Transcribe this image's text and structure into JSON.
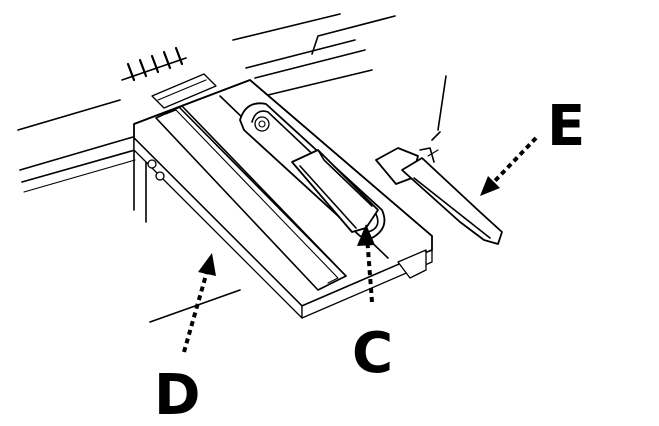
{
  "labels": {
    "c": "C",
    "d": "D",
    "e": "E"
  }
}
